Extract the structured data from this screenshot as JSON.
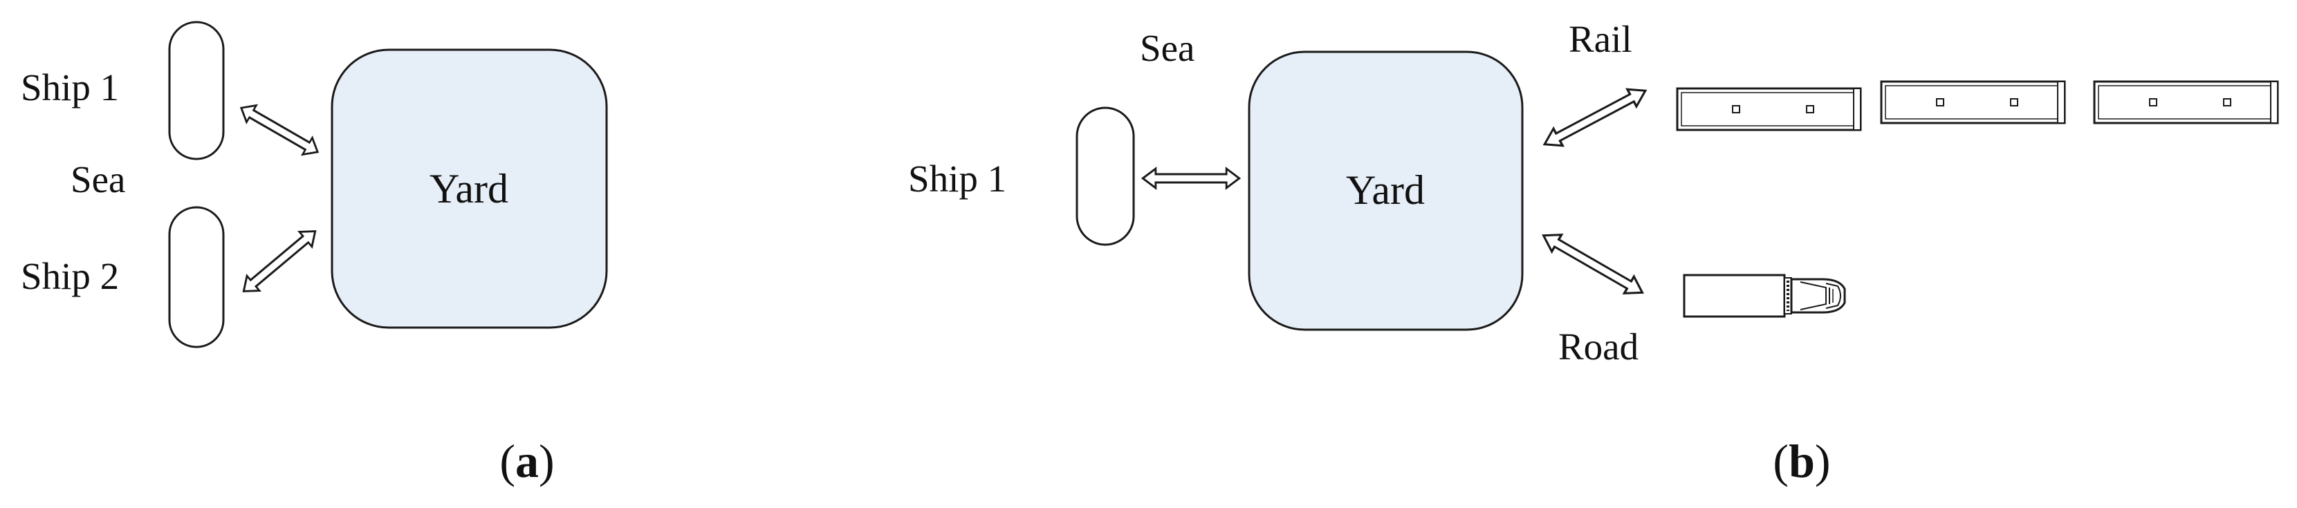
{
  "colors": {
    "yard_fill": "#e6eef7",
    "stroke": "#1a1a1a",
    "background": "#ffffff"
  },
  "panel_a": {
    "ship1_label": "Ship 1",
    "sea_label": "Sea",
    "ship2_label": "Ship 2",
    "yard_label": "Yard",
    "caption_open": "(",
    "caption_letter": "a",
    "caption_close": ")"
  },
  "panel_b": {
    "sea_label": "Sea",
    "ship1_label": "Ship 1",
    "yard_label": "Yard",
    "rail_label": "Rail",
    "road_label": "Road",
    "caption_open": "(",
    "caption_letter": "b",
    "caption_close": ")"
  },
  "icons": {
    "ship": "ship-icon",
    "double_arrow": "double-arrow-icon",
    "rail_car": "rail-car-icon",
    "truck": "truck-icon"
  }
}
